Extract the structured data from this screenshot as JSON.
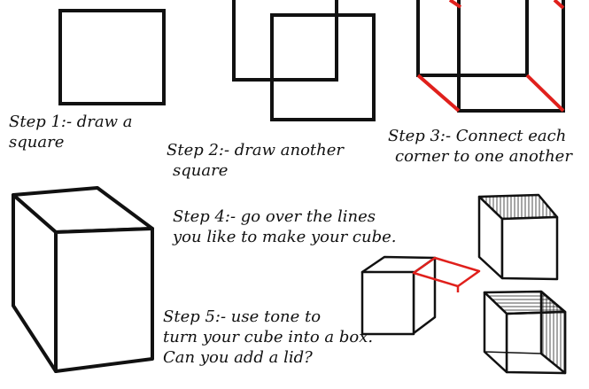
{
  "steps": [
    {
      "lines": [
        "Step 1:- draw a",
        "square"
      ]
    },
    {
      "lines": [
        "Step 2:- draw another",
        "square"
      ]
    },
    {
      "lines": [
        "Step 3:- Connect each",
        "corner to one another"
      ]
    },
    {
      "lines": [
        "Step 4:- go over the lines",
        "you like to make your cube."
      ]
    },
    {
      "lines": [
        "Step 5:- use tone to",
        "turn your cube into a box.",
        "Can you add a lid?"
      ]
    }
  ],
  "colors": {
    "ink": "#111111",
    "accent": "#e0201c",
    "background": "#ffffff"
  }
}
